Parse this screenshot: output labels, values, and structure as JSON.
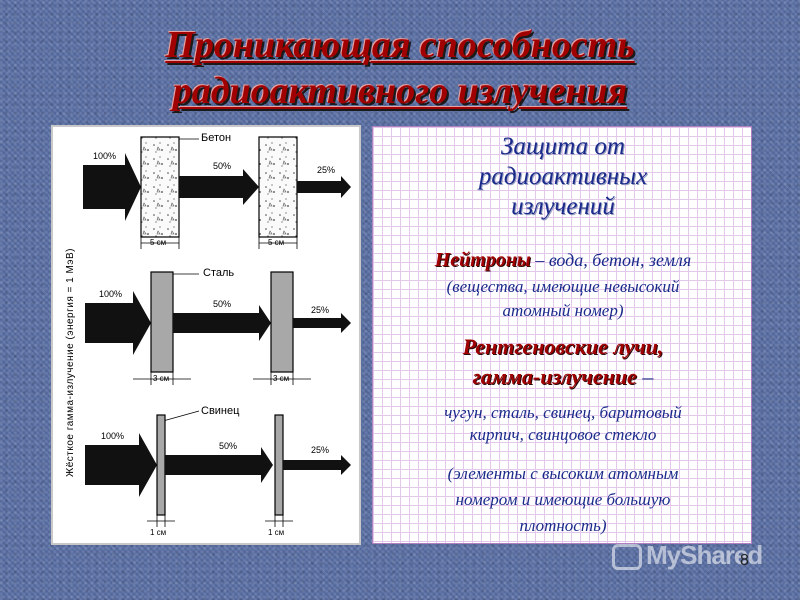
{
  "slide": {
    "title_line1": "Проникающая способность",
    "title_line2": "радиоактивного излучения",
    "page_number": "8"
  },
  "figure": {
    "axis_label": "Жёсткое гамма-излучение (энергия = 1 МэВ)",
    "panels": [
      {
        "material": "Бетон",
        "in": "100%",
        "mid": "50%",
        "out": "25%",
        "thickness": "5 см"
      },
      {
        "material": "Сталь",
        "in": "100%",
        "mid": "50%",
        "out": "25%",
        "thickness": "3 см"
      },
      {
        "material": "Свинец",
        "in": "100%",
        "mid": "50%",
        "out": "25%",
        "thickness": "1 см"
      }
    ]
  },
  "panel": {
    "heading_line1": "Защита от",
    "heading_line2": "радиоактивных",
    "heading_line3": "излучений",
    "neutrons_label": "Нейтроны",
    "neutrons_text": " – вода, бетон, земля",
    "neutrons_note_line1": "(вещества, имеющие невысокий",
    "neutrons_note_line2": "атомный номер)",
    "xray_line1": "Рентгеновские лучи,",
    "xray_line2": "гамма-излучение",
    "xray_dash": " –",
    "xray_materials_line1": "чугун, сталь, свинец, баритовый",
    "xray_materials_line2": "кирпич, свинцовое стекло",
    "xray_note_line1": "(элементы с высоким атомным",
    "xray_note_line2": "номером и имеющие большую",
    "xray_note_line3": "плотность)"
  },
  "watermark": {
    "text": "MyShared"
  }
}
